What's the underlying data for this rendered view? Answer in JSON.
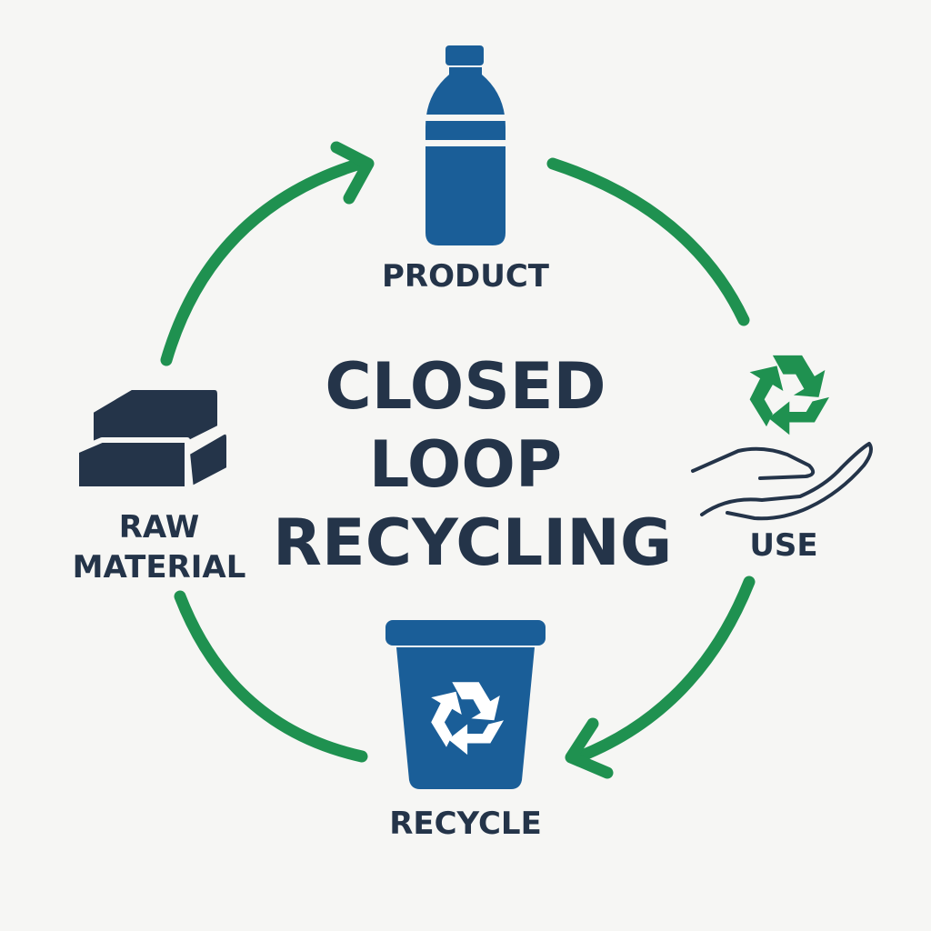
{
  "title": {
    "line1": "CLOSED",
    "line2": "LOOP",
    "line3": "RECYCLING"
  },
  "stages": {
    "product": {
      "label": "PRODUCT",
      "icon": "bottle-icon"
    },
    "use": {
      "label": "USE",
      "icon": "hand-recycle-icon"
    },
    "recycle": {
      "label": "RECYCLE",
      "icon": "recycling-bin-icon"
    },
    "raw_material": {
      "label_line1": "RAW",
      "label_line2": "MATERIAL",
      "icon": "stacked-blocks-icon"
    }
  },
  "colors": {
    "background": "#f6f6f4",
    "arrow_green": "#1f9150",
    "icon_blue": "#1a5e98",
    "text_navy": "#243449"
  }
}
